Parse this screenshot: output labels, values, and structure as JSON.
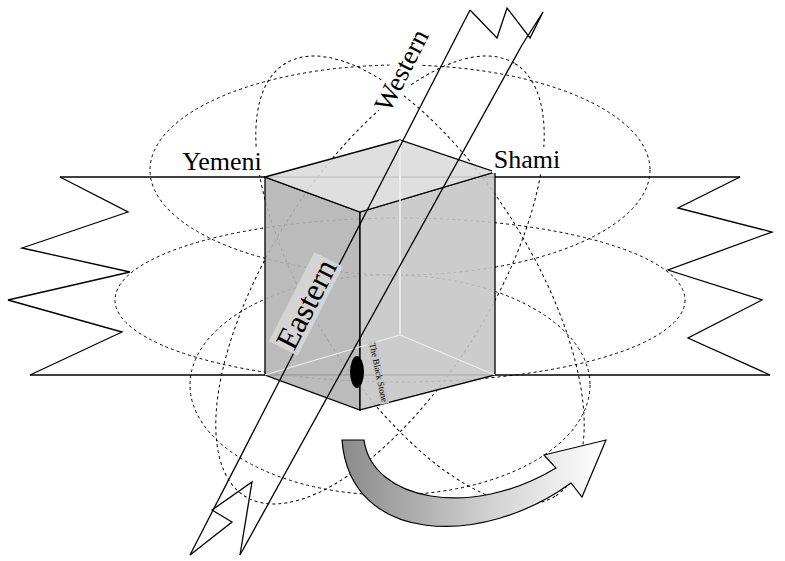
{
  "diagram": {
    "labels": [
      "Yemeni",
      "Shami",
      "Western",
      "Eastern",
      "The Black Stone"
    ]
  }
}
